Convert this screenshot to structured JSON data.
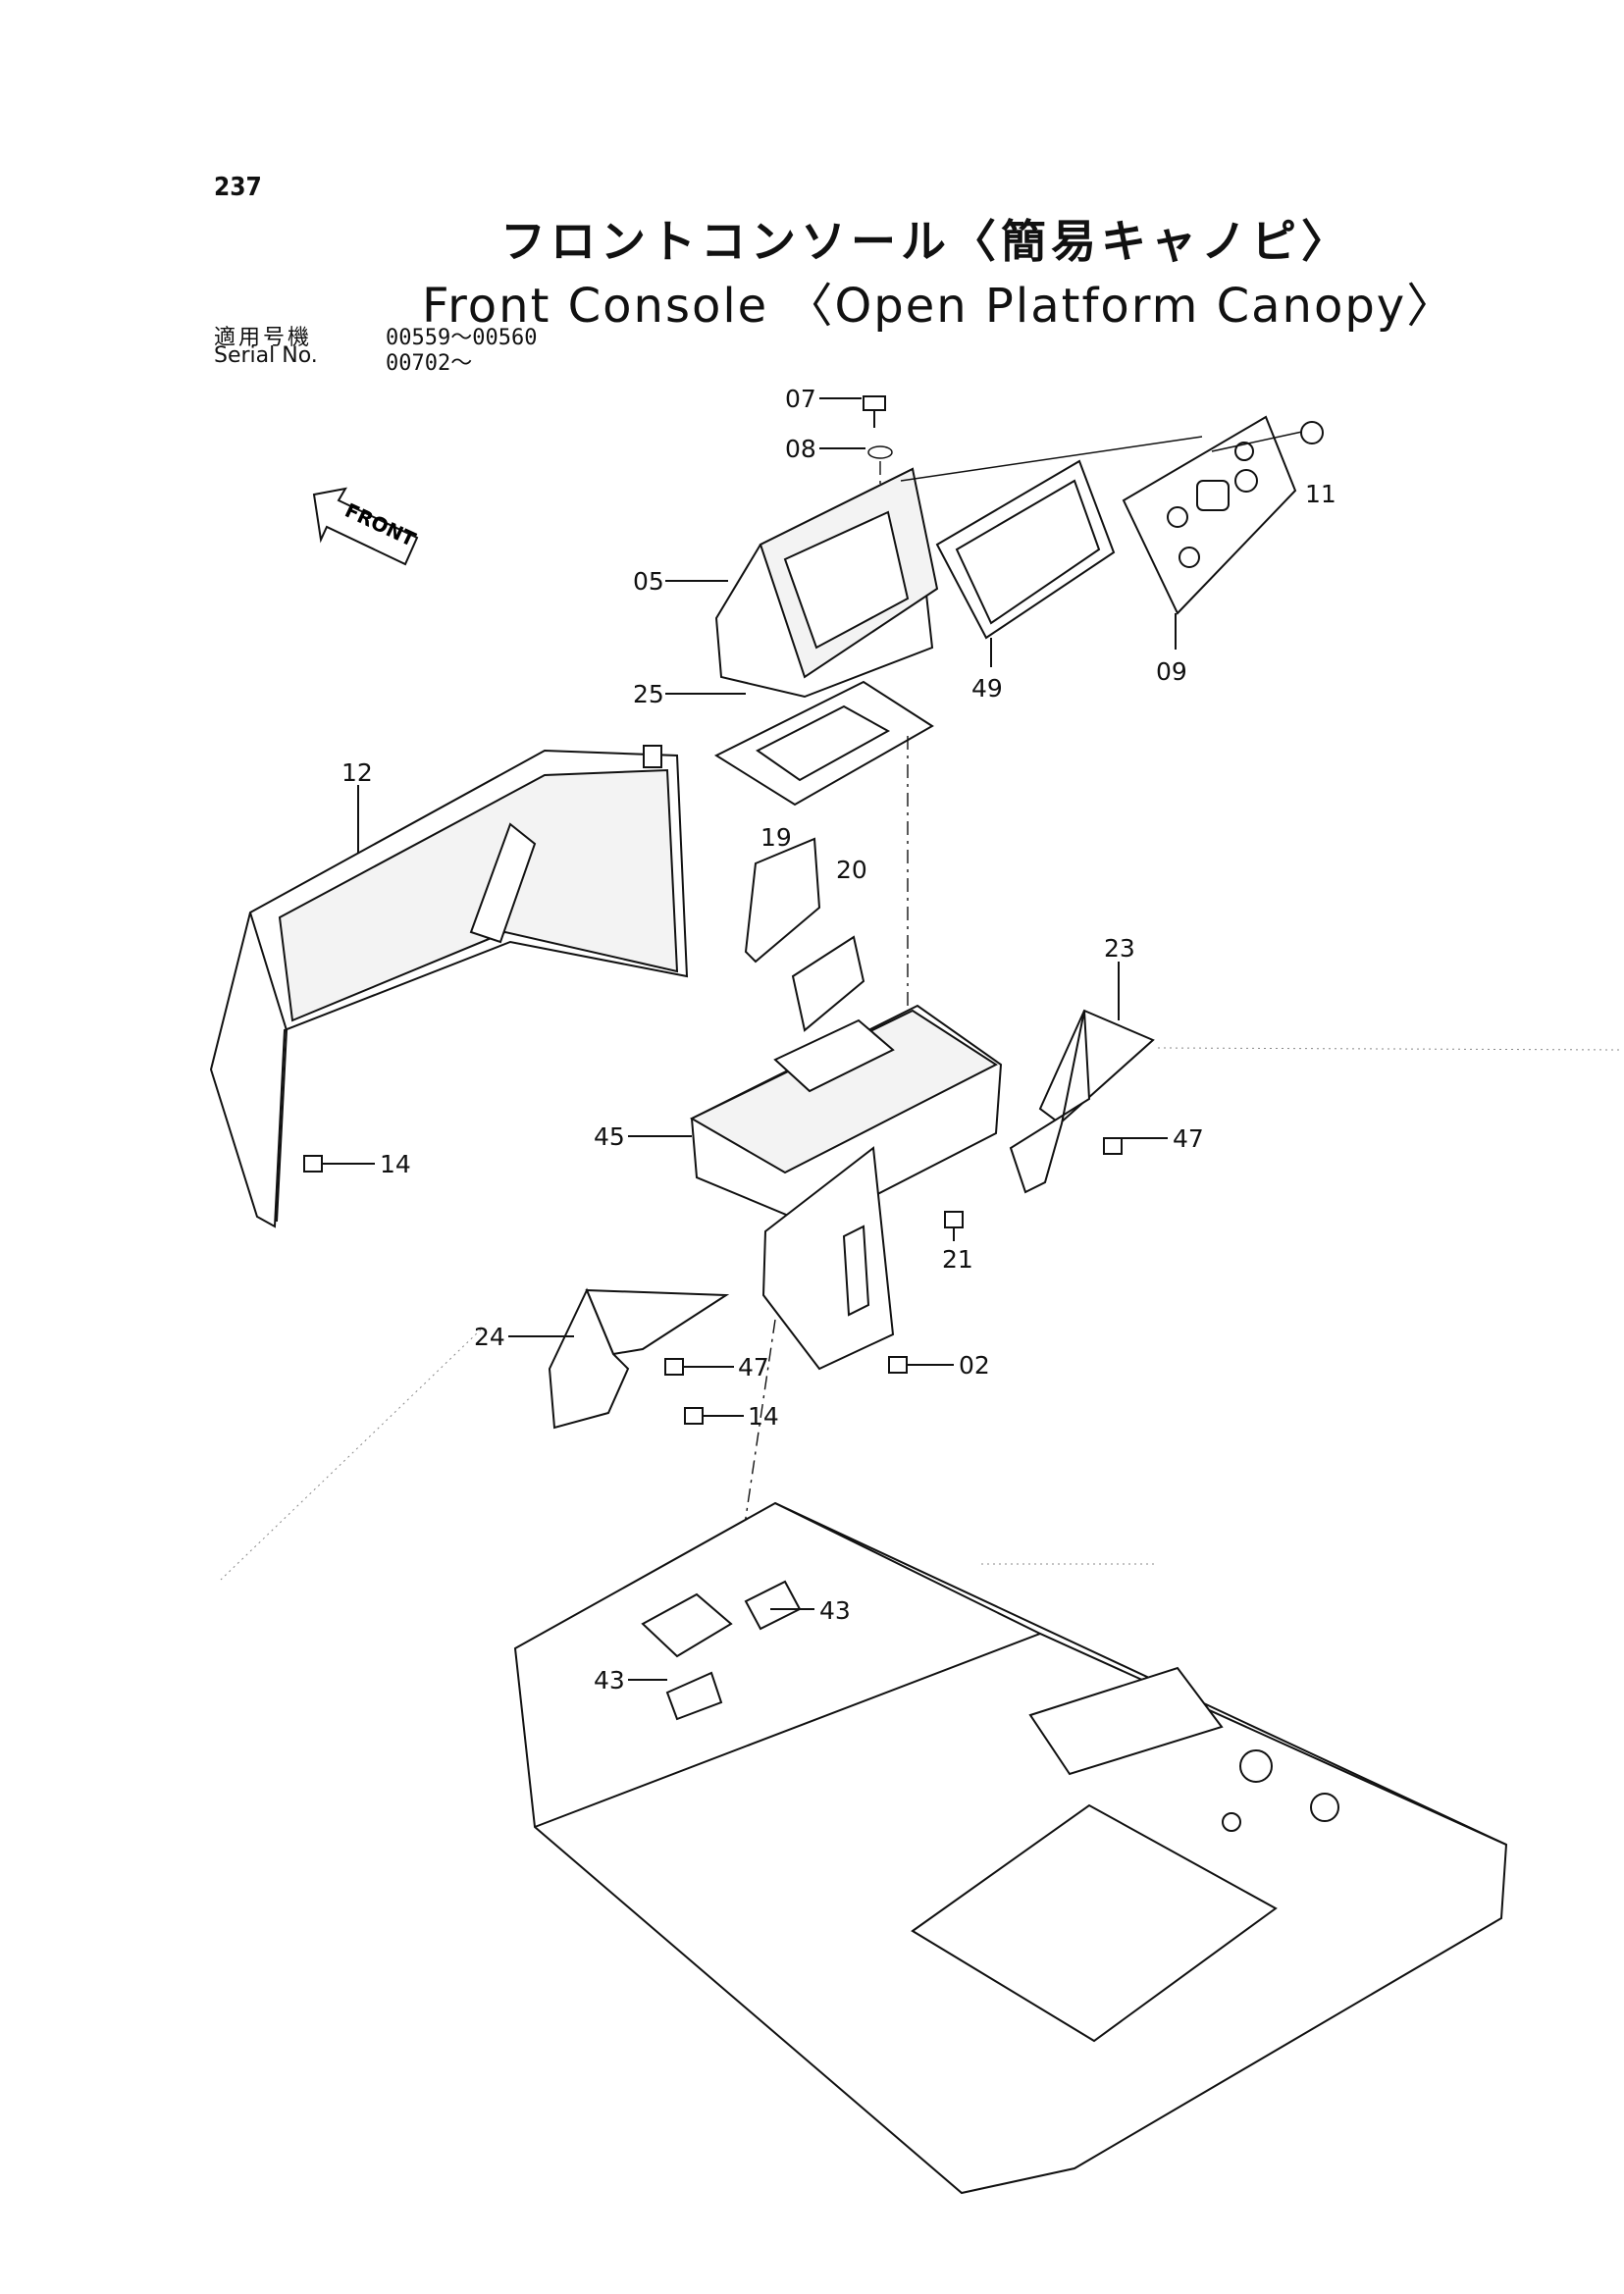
{
  "header": {
    "page_number": "237",
    "title_jp": "フロントコンソール〈簡易キャノピ〉",
    "title_en": "Front Console 〈Open Platform Canopy〉",
    "serial_label_jp": "適用号機",
    "serial_label_en": "Serial No.",
    "serial_range_1": "00559～00560",
    "serial_range_2": "00702～"
  },
  "direction_marker": {
    "text": "FRONT"
  },
  "parts": {
    "p07": "07",
    "p08": "08",
    "p11": "11",
    "p05": "05",
    "p49": "49",
    "p09": "09",
    "p25": "25",
    "p12": "12",
    "p19": "19",
    "p20": "20",
    "p23": "23",
    "p45": "45",
    "p47a": "47",
    "p14a": "14",
    "p21": "21",
    "p24": "24",
    "p47b": "47",
    "p02": "02",
    "p14b": "14",
    "p43a": "43",
    "p43b": "43"
  }
}
